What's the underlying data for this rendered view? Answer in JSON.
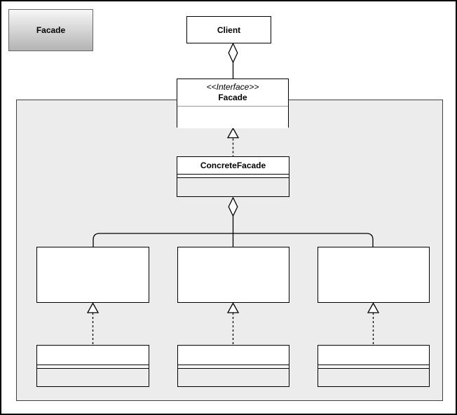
{
  "diagram": {
    "legend": {
      "label": "Facade"
    },
    "client": {
      "label": "Client"
    },
    "facade_interface": {
      "stereotype": "<<Interface>>",
      "name": "Facade"
    },
    "concrete_facade": {
      "name": "ConcreteFacade"
    },
    "subsystem": {
      "empty_subsystem_boxes": 3,
      "empty_class_boxes": 3
    },
    "colors": {
      "page_background": "#ffffff",
      "container_fill": "#ececec",
      "container_border": "#3f3f3f",
      "node_border": "#000000",
      "legend_gradient_top": "#f7f7f7",
      "legend_gradient_bottom": "#b3b3b3",
      "legend_border": "#666666",
      "interface_divider": "#999999",
      "connector": "#000000"
    }
  }
}
